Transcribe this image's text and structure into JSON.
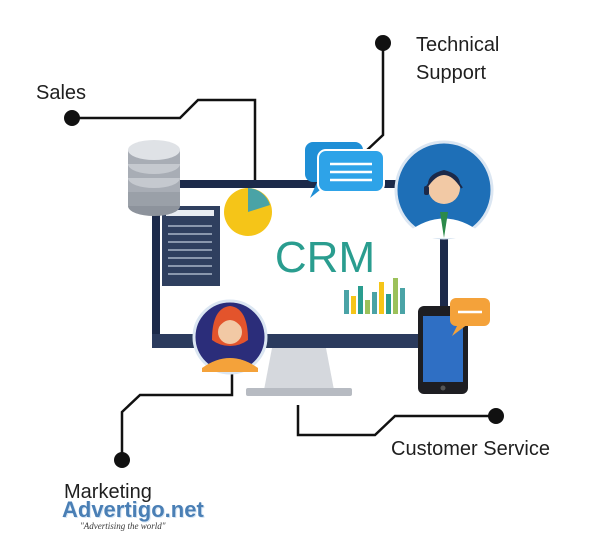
{
  "labels": {
    "sales": "Sales",
    "technical_line1": "Technical",
    "technical_line2": "Support",
    "customer_service": "Customer Service",
    "marketing": "Marketing"
  },
  "screen": {
    "title": "CRM"
  },
  "watermark": {
    "brand": "Advertigo.net",
    "tagline": "\"Advertising the world\""
  },
  "colors": {
    "monitor_frame": "#1c2a4a",
    "screen_bg": "#ffffff",
    "crm_text": "#2a9d8f",
    "pie_main": "#f5c518",
    "pie_slice": "#4aa3a6",
    "avatar_bg": "#1e6fb7",
    "bubble": "#1f8fd6",
    "accent_orange": "#f4a23a",
    "line": "#111111"
  }
}
